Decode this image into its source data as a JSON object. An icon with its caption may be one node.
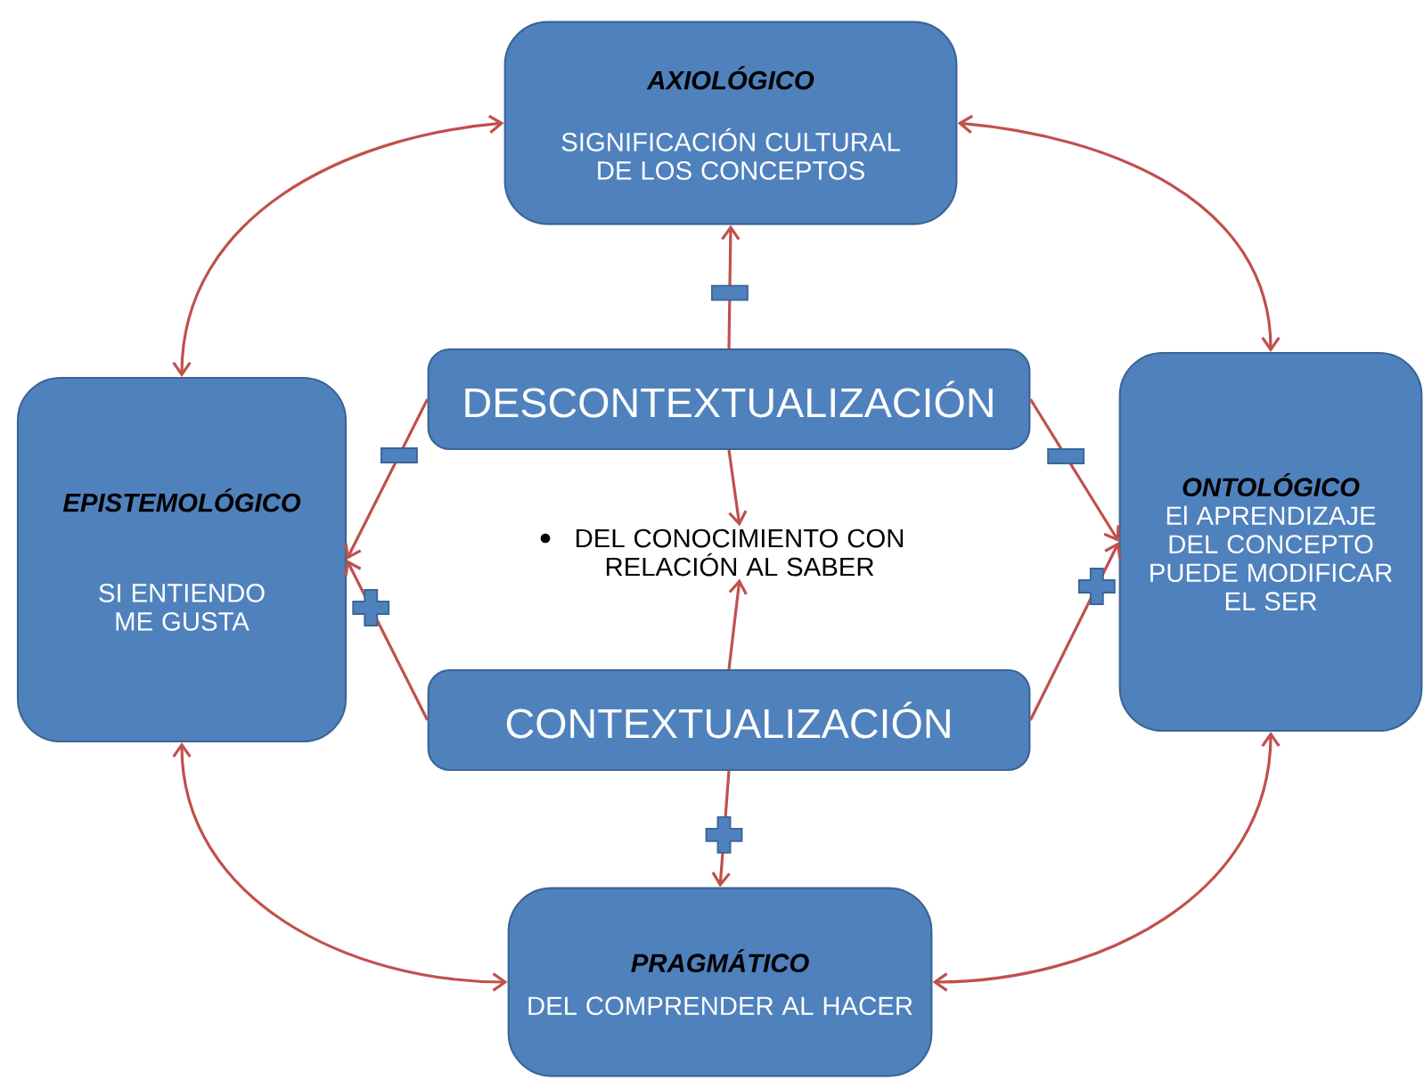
{
  "diagram": {
    "nodes": [
      {
        "text": [
          "AXIOLÓGICO",
          "SIGNIFICACIÓN CULTURAL DE LOS CONCEPTOS"
        ]
      },
      {
        "text": [
          "EPISTEMOLÓGICO",
          "SI ENTIENDO ME GUSTA"
        ]
      },
      {
        "text": [
          "DESCONTEXTUALIZACIÓN"
        ]
      },
      {
        "text": [
          "ONTOLÓGICO",
          "El APRENDIZAJE DEL CONCEPTO PUEDE MODIFICAR EL SER"
        ]
      },
      {
        "text": [
          "DEL CONOCIMIENTO CON RELACIÓN AL SABER"
        ]
      },
      {
        "text": [
          "CONTEXTUALIZACIÓN"
        ]
      },
      {
        "text": [
          "PRAGMÁTICO",
          "DEL COMPRENDER AL HACER"
        ]
      }
    ],
    "edges": [
      {
        "from": 0,
        "to": 1,
        "arrow": "both"
      },
      {
        "from": 0,
        "to": 3,
        "arrow": "both"
      },
      {
        "from": 2,
        "to": 0,
        "arrow": "to"
      },
      {
        "from": 2,
        "to": 1,
        "arrow": "to"
      },
      {
        "from": 2,
        "to": 3,
        "arrow": "to"
      },
      {
        "from": 2,
        "to": 4,
        "arrow": "to"
      },
      {
        "from": 5,
        "to": 4,
        "arrow": "to"
      },
      {
        "from": 5,
        "to": 1,
        "arrow": "to"
      },
      {
        "from": 5,
        "to": 3,
        "arrow": "to"
      },
      {
        "from": 5,
        "to": 6,
        "arrow": "to"
      },
      {
        "from": 1,
        "to": 6,
        "arrow": "both"
      },
      {
        "from": 3,
        "to": 6,
        "arrow": "both"
      }
    ]
  }
}
